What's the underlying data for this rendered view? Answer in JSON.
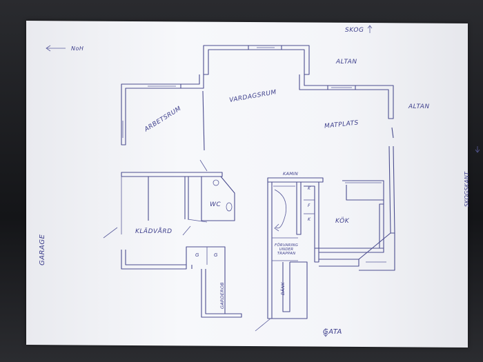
{
  "directions": {
    "north": "NoH",
    "forest": "SKOG",
    "forest_edge": "SKOGSKANT",
    "street": "GATA"
  },
  "rooms": {
    "altan_top": "ALTAN",
    "altan_right": "ALTAN",
    "vardagsrum": "VARDAGSRUM",
    "arbetsrum": "ARBETSRUM",
    "matplats": "MATPLATS",
    "wc": "WC",
    "kladvard": "KLÄDVÅRD",
    "kok": "KÖK",
    "kamin": "KAMIN",
    "forvaring": "FÖRVARING UNDER TRAPPAN",
    "garage": "GARAGE",
    "garderob": "GARDEROB",
    "bank": "BÄNK",
    "g_left": "G",
    "g_right": "G",
    "k1": "K",
    "k2": "F",
    "k3": "K"
  },
  "colors": {
    "ink": "#3e3f8c",
    "paper": "#f4f5f9",
    "background": "#1e1f22"
  }
}
